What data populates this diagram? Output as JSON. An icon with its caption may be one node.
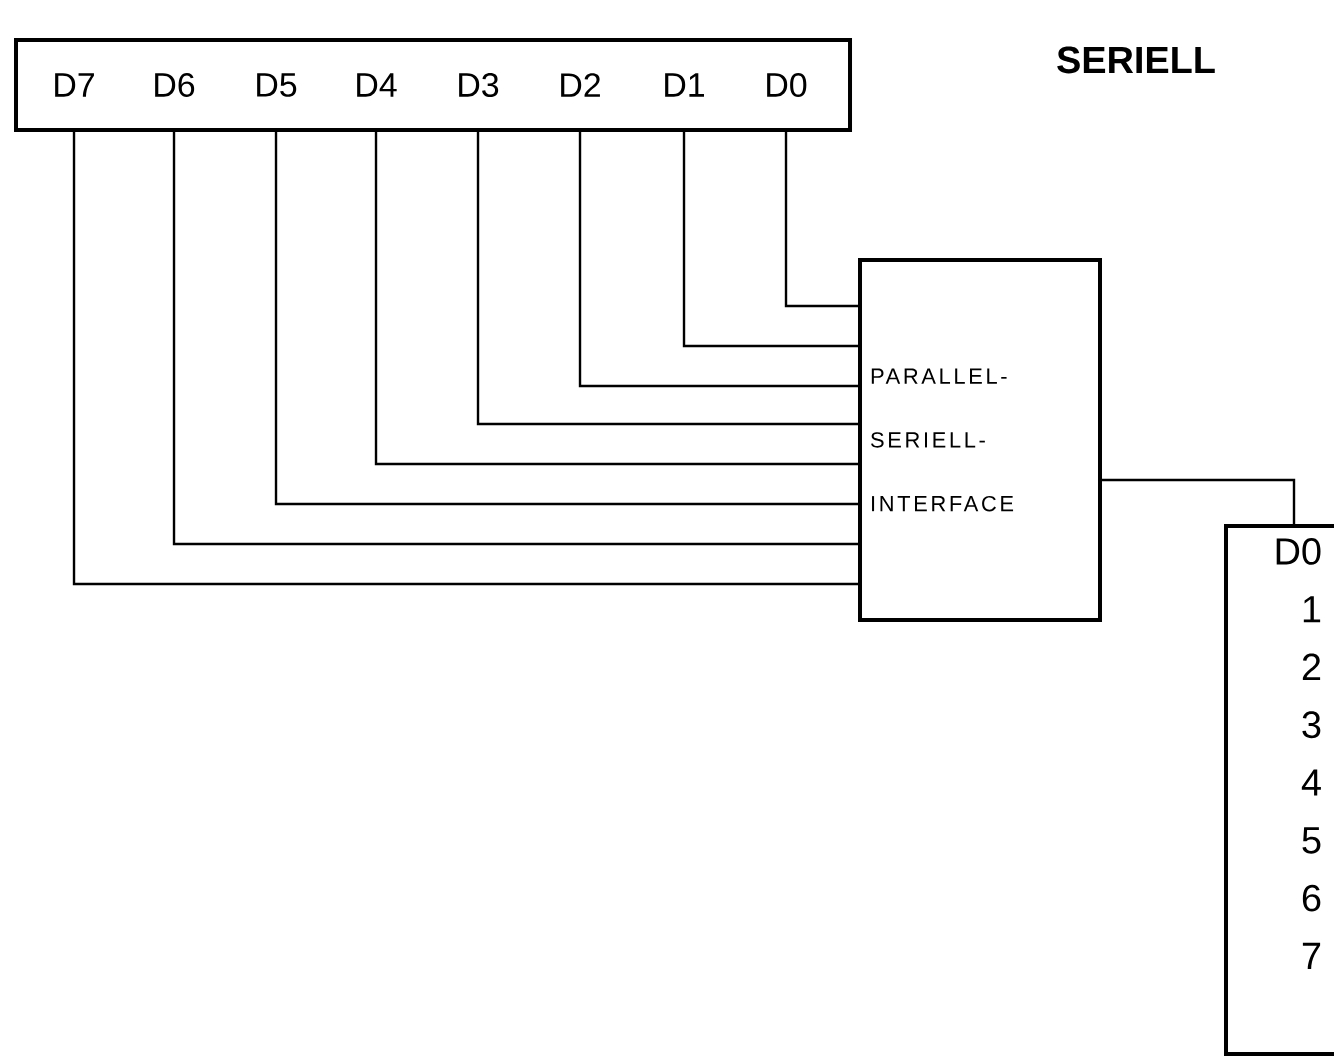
{
  "diagram": {
    "title": "SERIELL",
    "nodes": [
      {
        "text": [],
        "shape": "box"
      },
      {
        "text": [
          "D7"
        ],
        "in": 0
      },
      {
        "text": [
          "D6"
        ],
        "in": 0
      },
      {
        "text": [
          "D5"
        ],
        "in": 0
      },
      {
        "text": [
          "D4"
        ],
        "in": 0
      },
      {
        "text": [
          "D3"
        ],
        "in": 0
      },
      {
        "text": [
          "D2"
        ],
        "in": 0
      },
      {
        "text": [
          "D1"
        ],
        "in": 0
      },
      {
        "text": [
          "D0"
        ],
        "in": 0
      },
      {
        "text": [
          "PARALLEL- SERIELL- INTERFACE"
        ]
      },
      {
        "text": [
          "D0",
          "1",
          "2",
          "3",
          "4",
          "5",
          "6",
          "7"
        ]
      }
    ],
    "edges": [
      {
        "from": 8,
        "to": 9,
        "arrow": "none"
      },
      {
        "from": 7,
        "to": 9,
        "arrow": "none"
      },
      {
        "from": 6,
        "to": 9,
        "arrow": "none"
      },
      {
        "from": 5,
        "to": 9,
        "arrow": "none"
      },
      {
        "from": 4,
        "to": 9,
        "arrow": "none"
      },
      {
        "from": 3,
        "to": 9,
        "arrow": "none"
      },
      {
        "from": 2,
        "to": 9,
        "arrow": "none"
      },
      {
        "from": 1,
        "to": 9,
        "arrow": "none"
      },
      {
        "from": 9,
        "to": 10,
        "arrow": "none"
      }
    ]
  }
}
